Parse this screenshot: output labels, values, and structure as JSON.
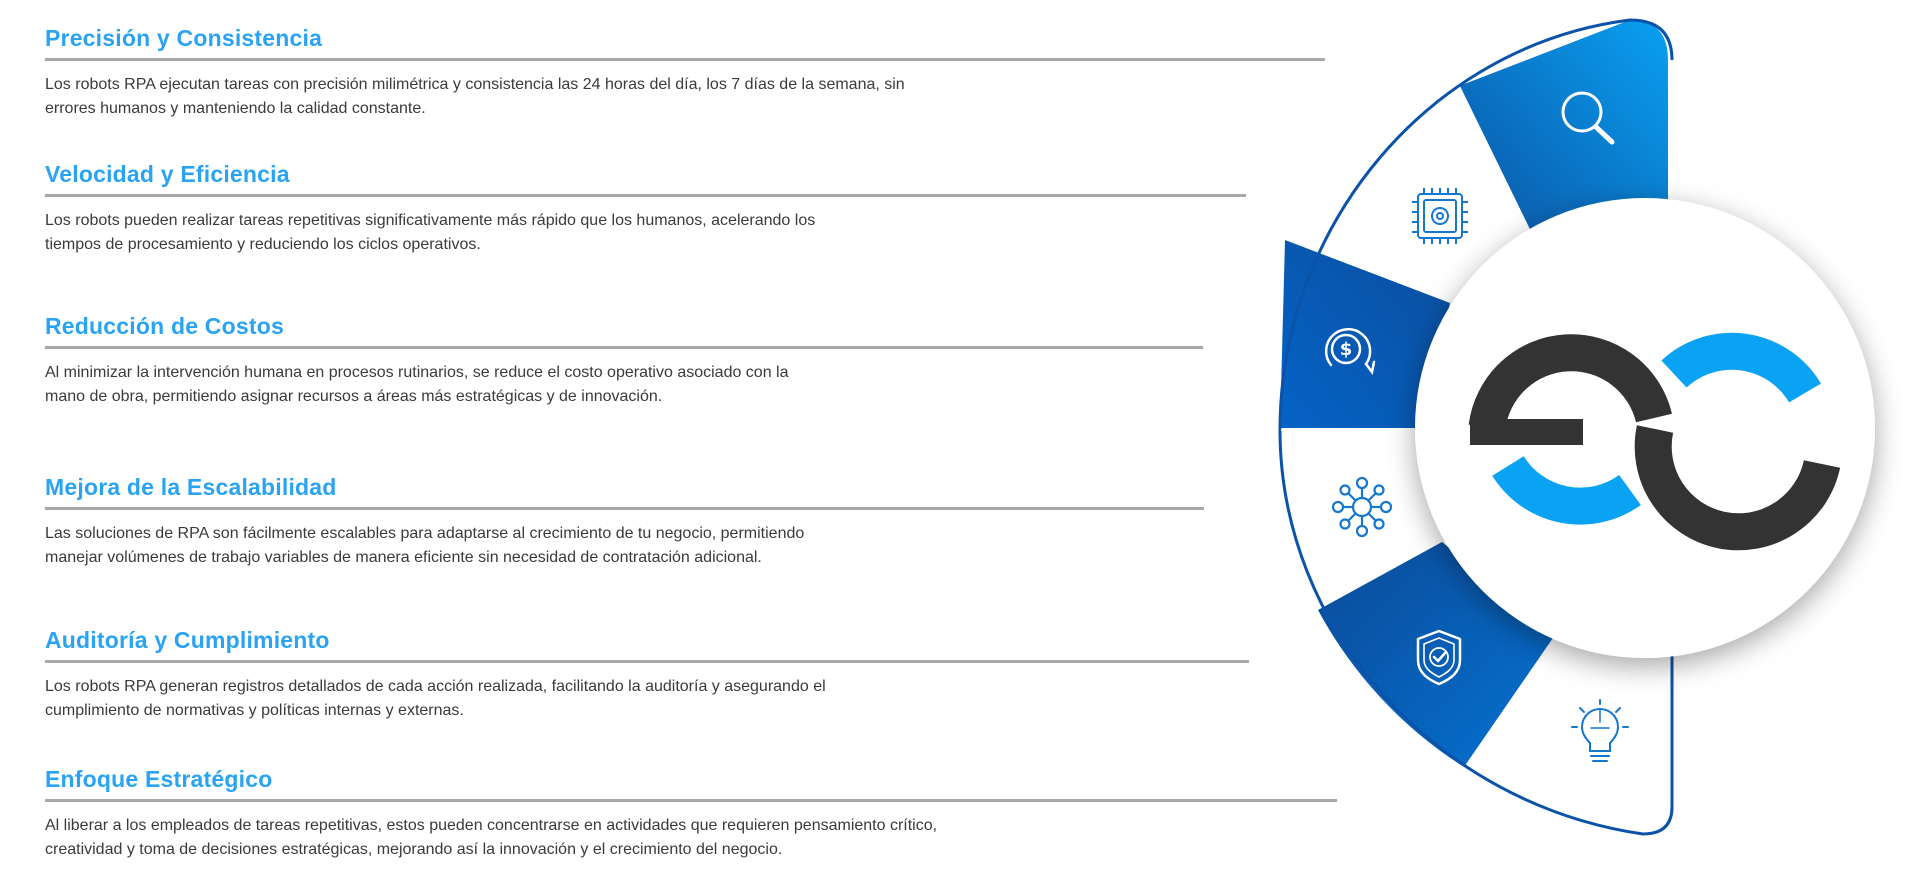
{
  "sections": [
    {
      "title": "Precisión y Consistencia",
      "text": "Los robots RPA ejecutan tareas con precisión milimétrica y consistencia las 24 horas del día, los 7 días de la semana, sin errores humanos y manteniendo la calidad constante."
    },
    {
      "title": "Velocidad y Eficiencia",
      "text": "Los robots pueden realizar tareas repetitivas significativamente más rápido que los humanos, acelerando los tiempos de procesamiento y reduciendo los ciclos operativos."
    },
    {
      "title": "Reducción de Costos",
      "text": "Al minimizar la intervención humana en procesos rutinarios, se reduce el costo operativo asociado con la mano de obra, permitiendo asignar recursos a áreas más estratégicas y de innovación."
    },
    {
      "title": "Mejora de la Escalabilidad",
      "text": "Las soluciones de RPA son fácilmente escalables para adaptarse al crecimiento de tu negocio, permitiendo manejar volúmenes de trabajo variables de manera eficiente sin necesidad de contratación adicional."
    },
    {
      "title": "Auditoría y Cumplimiento",
      "text": "Los robots RPA generan registros detallados de cada acción realizada, facilitando la auditoría y asegurando el cumplimiento de normativas y políticas internas y externas."
    },
    {
      "title": "Enfoque Estratégico",
      "text": "Al liberar a los empleados de tareas repetitivas, estos pueden concentrarse en actividades que requieren pensamiento crítico, creatividad y toma de decisiones estratégicas, mejorando así la innovación y el crecimiento del negocio."
    }
  ],
  "wheel": {
    "segments": [
      {
        "icon": "magnifier-icon",
        "style": "blue"
      },
      {
        "icon": "chip-gear-icon",
        "style": "white"
      },
      {
        "icon": "dollar-cycle-icon",
        "style": "blue"
      },
      {
        "icon": "network-nodes-icon",
        "style": "white"
      },
      {
        "icon": "shield-check-icon",
        "style": "blue"
      },
      {
        "icon": "lightbulb-puzzle-icon",
        "style": "white"
      }
    ],
    "logo": "ec-logo"
  },
  "colors": {
    "heading": "#29a3f2",
    "body_text": "#3a3a3a",
    "rule": "#a8a8a8",
    "segment_blue_light": "#0a9ef0",
    "segment_blue_dark": "#0b4e9e",
    "outline": "#0b53a8",
    "logo_dark": "#333333",
    "logo_blue": "#0aa2f3"
  }
}
